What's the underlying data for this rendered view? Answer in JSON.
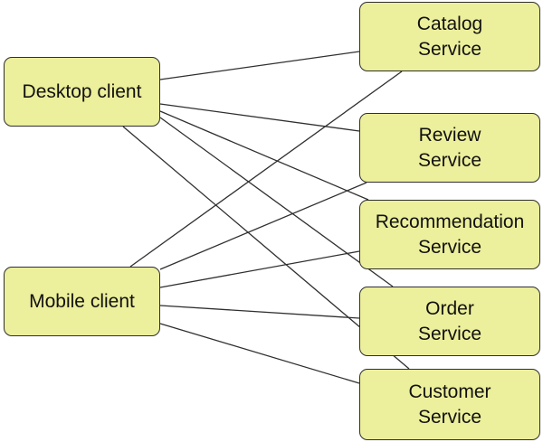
{
  "colors": {
    "node_fill": "#ecef9b",
    "node_border": "#2f2f2f",
    "edge": "#2f2f2f"
  },
  "clients": {
    "desktop": {
      "label": "Desktop client"
    },
    "mobile": {
      "label": "Mobile client"
    }
  },
  "services": {
    "catalog": {
      "line1": "Catalog",
      "line2": "Service"
    },
    "review": {
      "line1": "Review",
      "line2": "Service"
    },
    "recommendation": {
      "line1": "Recommendation",
      "line2": "Service"
    },
    "order": {
      "line1": "Order",
      "line2": "Service"
    },
    "customer": {
      "line1": "Customer",
      "line2": "Service"
    }
  },
  "edges": [
    {
      "from": "desktop",
      "to": "catalog"
    },
    {
      "from": "desktop",
      "to": "review"
    },
    {
      "from": "desktop",
      "to": "recommendation"
    },
    {
      "from": "desktop",
      "to": "order"
    },
    {
      "from": "desktop",
      "to": "customer"
    },
    {
      "from": "mobile",
      "to": "catalog"
    },
    {
      "from": "mobile",
      "to": "review"
    },
    {
      "from": "mobile",
      "to": "recommendation"
    },
    {
      "from": "mobile",
      "to": "order"
    },
    {
      "from": "mobile",
      "to": "customer"
    }
  ]
}
